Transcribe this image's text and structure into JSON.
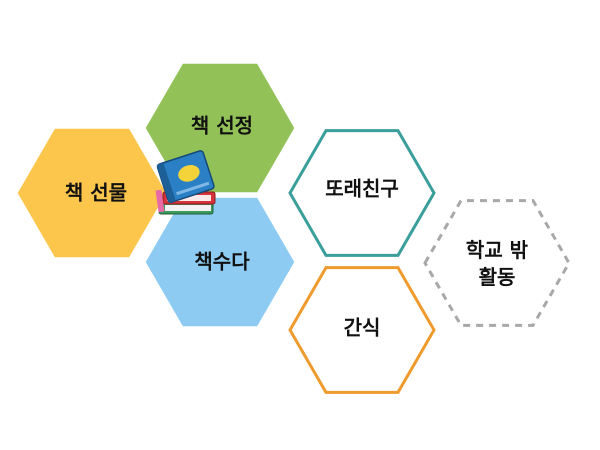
{
  "cells": [
    {
      "id": "book-selection",
      "label": "책 선정",
      "fill": "#92c257",
      "stroke": null,
      "dashed": false
    },
    {
      "id": "book-gift",
      "label": "책 선물",
      "fill": "#fcc64c",
      "stroke": null,
      "dashed": false
    },
    {
      "id": "book-chat",
      "label": "책수다",
      "fill": "#8dcbf2",
      "stroke": null,
      "dashed": false
    },
    {
      "id": "peer-friends",
      "label": "또래친구",
      "fill": "#ffffff",
      "stroke": "#3a9e9b",
      "dashed": false
    },
    {
      "id": "snack",
      "label": "간식",
      "fill": "#ffffff",
      "stroke": "#ef9a2d",
      "dashed": false
    },
    {
      "id": "outside-activity",
      "label": "학교 밖\n활동",
      "lines": [
        "학교 밖",
        "활동"
      ],
      "fill": "#ffffff",
      "stroke": "#a8a8a8",
      "dashed": true
    }
  ],
  "icons": {
    "books": "stack-of-books-icon"
  }
}
